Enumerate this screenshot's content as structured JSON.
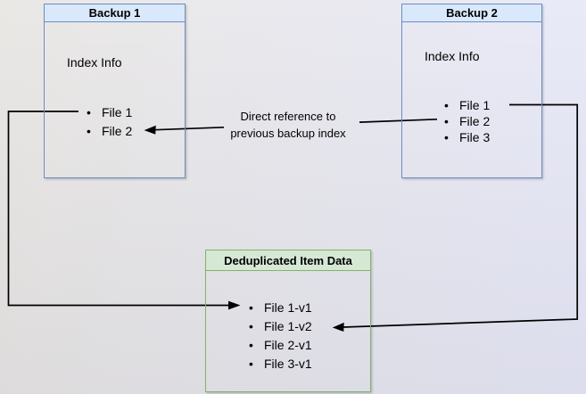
{
  "diagram": {
    "backup1": {
      "title": "Backup 1",
      "heading": "Index Info",
      "files": [
        "File 1",
        "File 2"
      ]
    },
    "backup2": {
      "title": "Backup 2",
      "heading": "Index Info",
      "files": [
        "File 1",
        "File 2",
        "File 3"
      ]
    },
    "dedup": {
      "title": "Deduplicated Item Data",
      "files": [
        "File 1-v1",
        "File 1-v2",
        "File 2-v1",
        "File 3-v1"
      ]
    },
    "edge_label": {
      "line1": "Direct reference to",
      "line2": "previous backup index"
    },
    "colors": {
      "blue_fill": "#dae8fc",
      "blue_border": "#6c8ebf",
      "green_fill": "#d5e8d4",
      "green_border": "#82b366",
      "arrow": "#000000",
      "background_start": "#eae8e5",
      "background_end": "#e0e1f2"
    }
  }
}
